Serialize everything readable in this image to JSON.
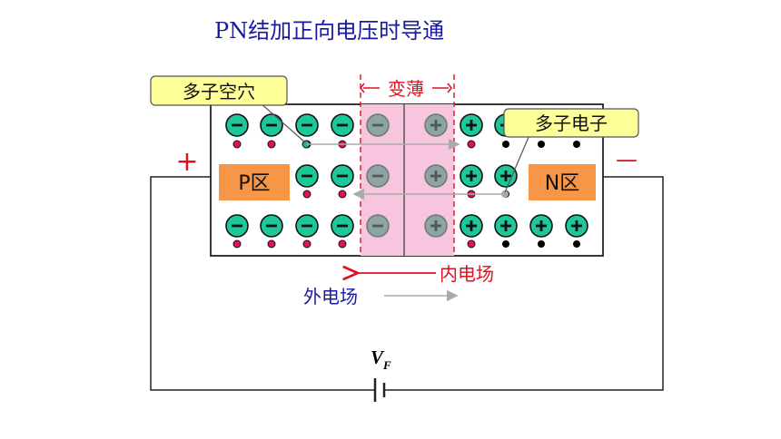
{
  "title": "PN结加正向电压时导通",
  "labels": {
    "hole_callout": "多子空穴",
    "electron_callout": "多子电子",
    "thinner": "变薄",
    "p_region": "P区",
    "n_region": "N区",
    "plus_terminal": "+",
    "minus_terminal": "—",
    "internal_field": "内电场",
    "external_field": "外电场",
    "voltage_symbol": "V",
    "voltage_subscript": "F"
  },
  "colors": {
    "title": "#1a1aa0",
    "ion_fill": "#1cc89a",
    "depletion_fill": "#f7c6de",
    "depletion_ion_fill": "#8fa3a3",
    "region_label_fill": "#f79646",
    "callout_fill": "#ffff99",
    "red": "#e0101e",
    "hole_dot": "#e0105a",
    "electron_dot": "#000000",
    "blue_text": "#1a1aa0"
  },
  "icons": {
    "acceptor_ion": "circle-minus-icon",
    "donor_ion": "circle-plus-icon",
    "hole": "hole-dot-icon",
    "electron": "electron-dot-icon",
    "battery": "battery-icon"
  }
}
